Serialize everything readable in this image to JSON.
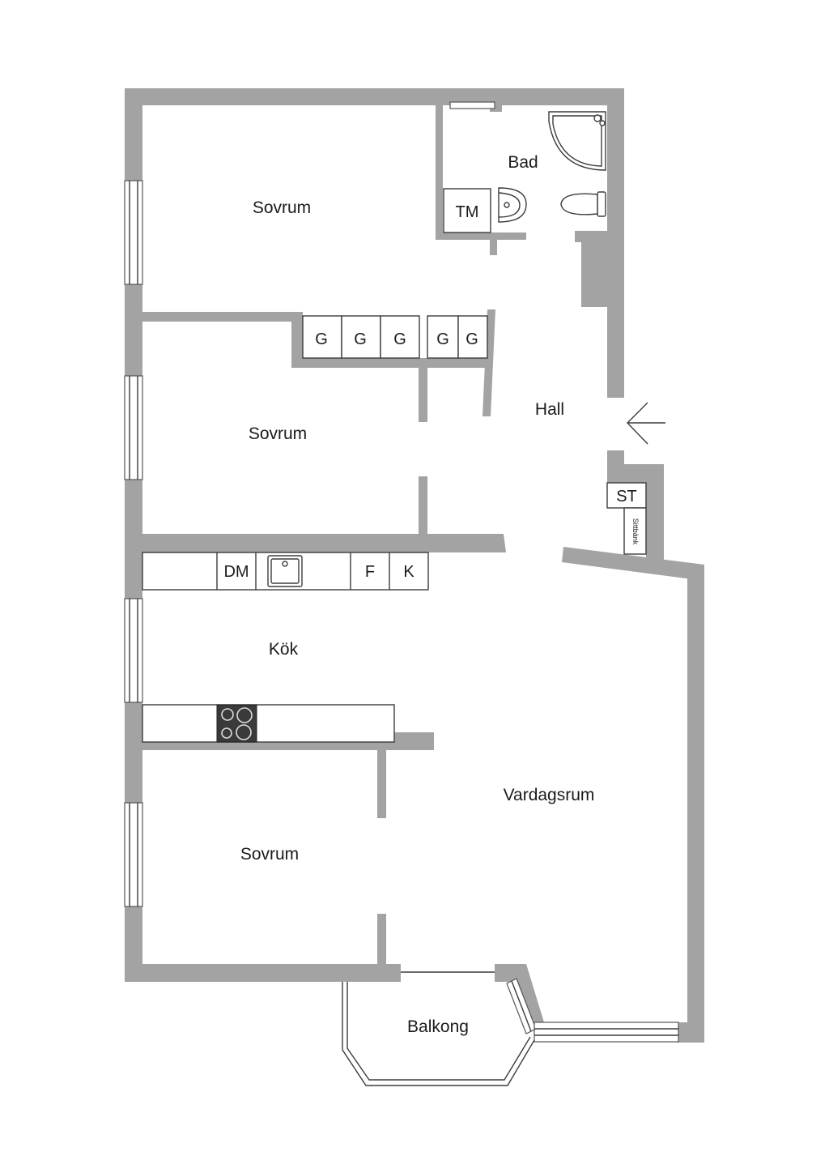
{
  "rooms": {
    "bedroom_top": "Sovrum",
    "bedroom_middle": "Sovrum",
    "bedroom_bottom": "Sovrum",
    "bathroom": "Bad",
    "hall": "Hall",
    "kitchen": "Kök",
    "living_room": "Vardagsrum",
    "balcony": "Balkong"
  },
  "fixtures": {
    "washing_machine": "TM",
    "wardrobes": [
      "G",
      "G",
      "G",
      "G",
      "G"
    ],
    "dishwasher": "DM",
    "fridge": "K",
    "freezer": "F",
    "storage": "ST",
    "bench": "Sittbänk"
  },
  "colors": {
    "wall": "#a3a3a3",
    "line": "#3c3c3c",
    "stove": "#3a3a3a"
  }
}
